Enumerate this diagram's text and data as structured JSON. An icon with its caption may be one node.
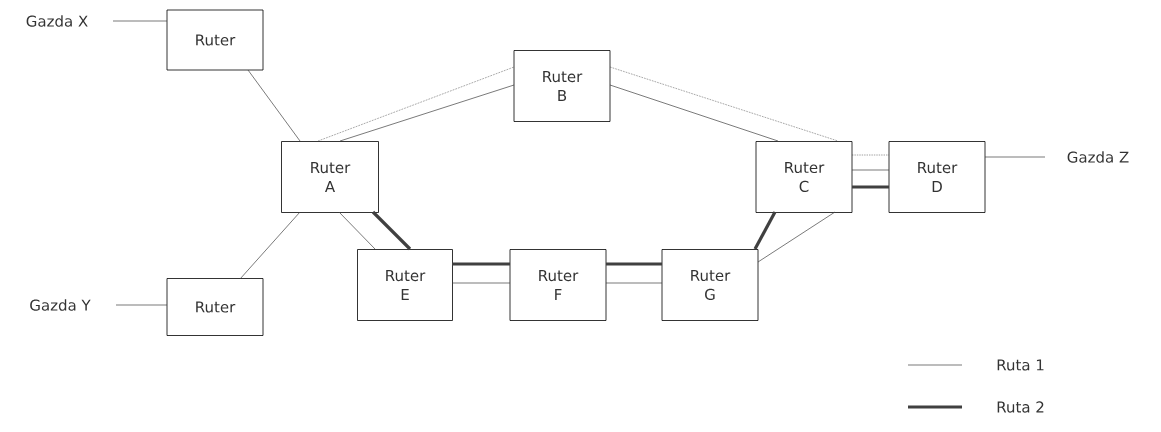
{
  "diagram": {
    "nodes": [
      {
        "text": [
          "Gazda X"
        ]
      },
      {
        "text": [
          "Ruter"
        ]
      },
      {
        "text": [
          "Ruter A"
        ]
      },
      {
        "text": [
          "Ruter B"
        ]
      },
      {
        "text": [
          "Ruter C"
        ]
      },
      {
        "text": [
          "Ruter D"
        ]
      },
      {
        "text": [
          "Gazda Z"
        ]
      },
      {
        "text": [
          "Gazda Y"
        ]
      },
      {
        "text": [
          "Ruter"
        ]
      },
      {
        "text": [
          "Ruter E"
        ]
      },
      {
        "text": [
          "Ruter F"
        ]
      },
      {
        "text": [
          "Ruter G"
        ]
      }
    ],
    "edges": [
      {
        "from": 0,
        "to": 1,
        "arrow": "none"
      },
      {
        "from": 1,
        "to": 2,
        "arrow": "none"
      },
      {
        "from": 2,
        "to": 3,
        "arrow": "none"
      },
      {
        "from": 2,
        "to": 3,
        "arrow": "none",
        "style": "dashed"
      },
      {
        "from": 3,
        "to": 4,
        "arrow": "none"
      },
      {
        "from": 3,
        "to": 4,
        "arrow": "none",
        "style": "dashed"
      },
      {
        "from": 4,
        "to": 5,
        "arrow": "none",
        "style": "dashed"
      },
      {
        "from": 4,
        "to": 5,
        "arrow": "none"
      },
      {
        "from": 4,
        "to": 5,
        "arrow": "none",
        "style": "thick"
      },
      {
        "from": 5,
        "to": 6,
        "arrow": "none"
      },
      {
        "from": 7,
        "to": 8,
        "arrow": "none"
      },
      {
        "from": 8,
        "to": 2,
        "arrow": "none"
      },
      {
        "from": 2,
        "to": 9,
        "arrow": "none"
      },
      {
        "from": 2,
        "to": 9,
        "arrow": "none",
        "style": "thick"
      },
      {
        "from": 9,
        "to": 10,
        "arrow": "none",
        "style": "thick"
      },
      {
        "from": 9,
        "to": 10,
        "arrow": "none"
      },
      {
        "from": 10,
        "to": 11,
        "arrow": "none",
        "style": "thick"
      },
      {
        "from": 10,
        "to": 11,
        "arrow": "none"
      },
      {
        "from": 11,
        "to": 4,
        "arrow": "none",
        "style": "thick"
      },
      {
        "from": 11,
        "to": 4,
        "arrow": "none"
      }
    ],
    "legend": [
      {
        "text": "Ruta 1"
      },
      {
        "text": "Ruta 2"
      }
    ]
  }
}
